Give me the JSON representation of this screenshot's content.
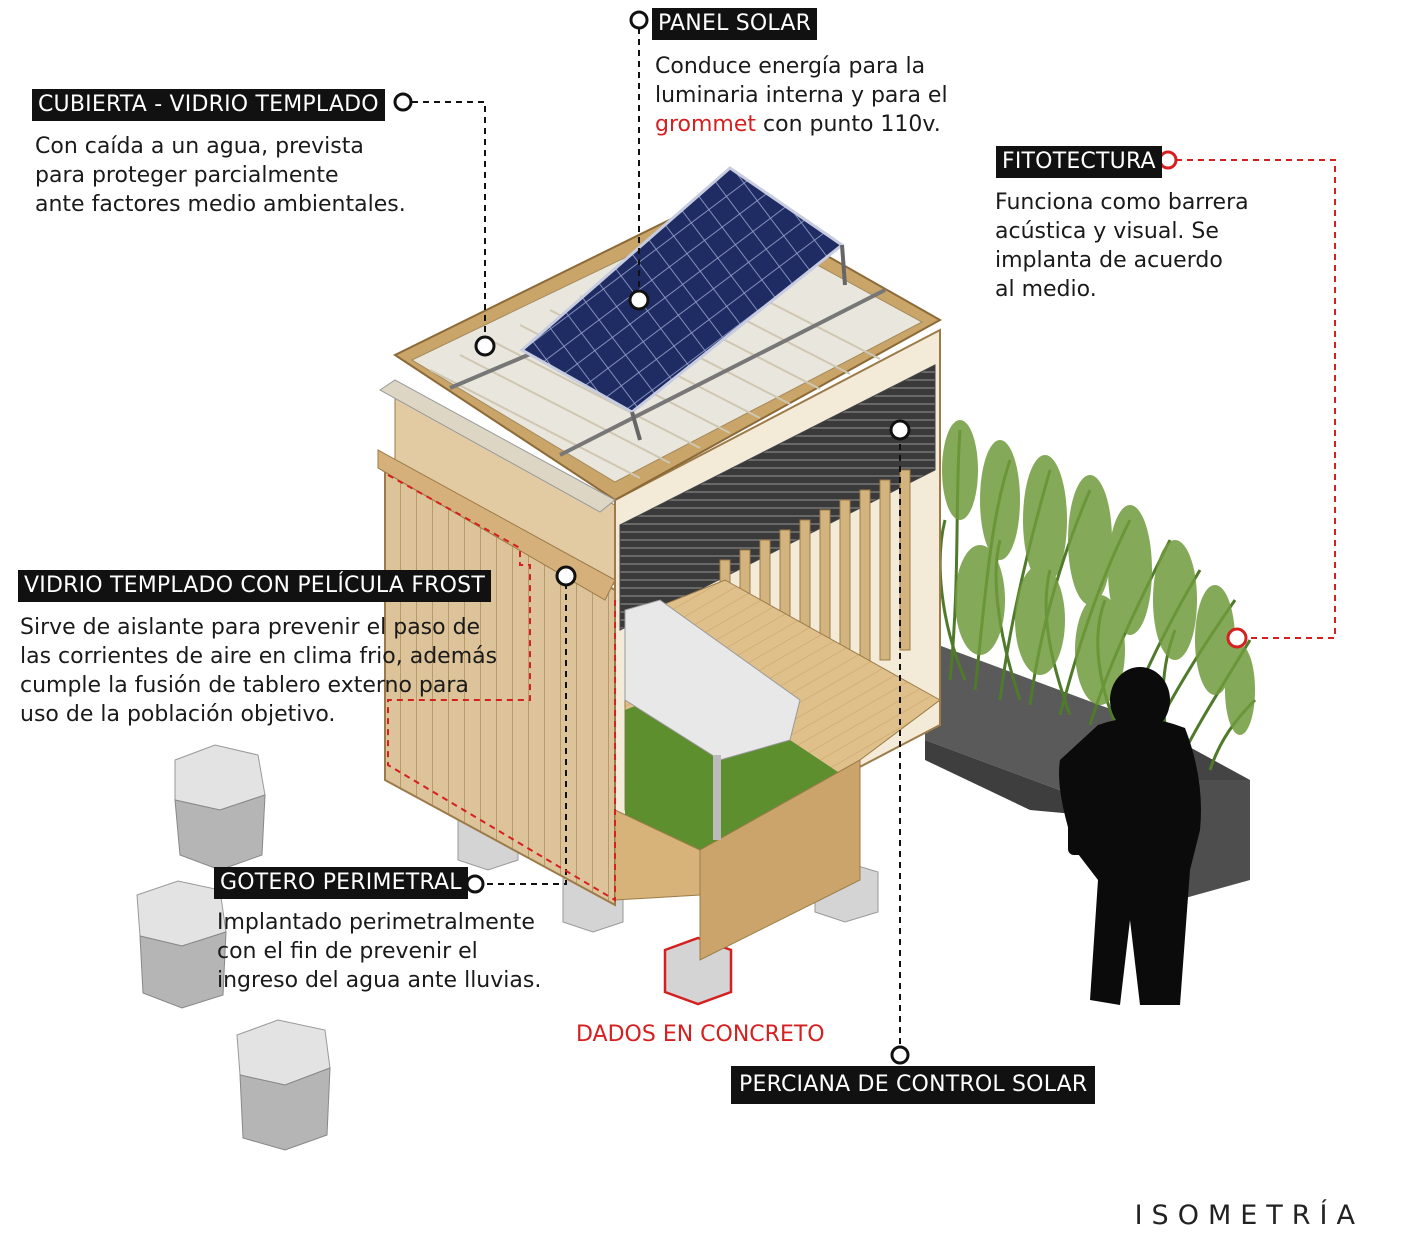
{
  "annotations": {
    "panel_solar": {
      "title": "PANEL SOLAR",
      "lines": [
        "Conduce energía para la",
        "luminaria interna y para el"
      ],
      "line3_highlight": "grommet",
      "line3_rest": " con punto 110v."
    },
    "cubierta": {
      "title": "CUBIERTA - VIDRIO TEMPLADO",
      "lines": [
        "Con caída a un agua, prevista",
        "para proteger parcialmente",
        "ante factores medio ambientales."
      ]
    },
    "fitotectura": {
      "title": "FITOTECTURA",
      "lines": [
        "Funciona como barrera",
        "acústica y visual. Se",
        "implanta de acuerdo",
        "al medio."
      ]
    },
    "vidrio_frost": {
      "title": "VIDRIO TEMPLADO CON PELÍCULA FROST",
      "lines": [
        "Sirve de aislante para prevenir el paso de",
        "las corrientes de aire en clima frio, además",
        "cumple la fusión de tablero externo para",
        "uso de la población objetivo."
      ]
    },
    "gotero": {
      "title": "GOTERO PERIMETRAL",
      "lines": [
        "Implantado perimetralmente",
        "con el fin de prevenir el",
        "ingreso del agua ante lluvias."
      ]
    },
    "dados": {
      "title": "DADOS EN CONCRETO"
    },
    "perciana": {
      "title": "PERCIANA DE CONTROL SOLAR"
    }
  },
  "footer": "ISOMETRÍA",
  "colors": {
    "label_bg": "#111111",
    "accent_red": "#d62020",
    "wood": "#d9b77c",
    "panel": "#1d2b5e",
    "grass": "#5d8f2e",
    "concrete": "#c9c9c9"
  }
}
